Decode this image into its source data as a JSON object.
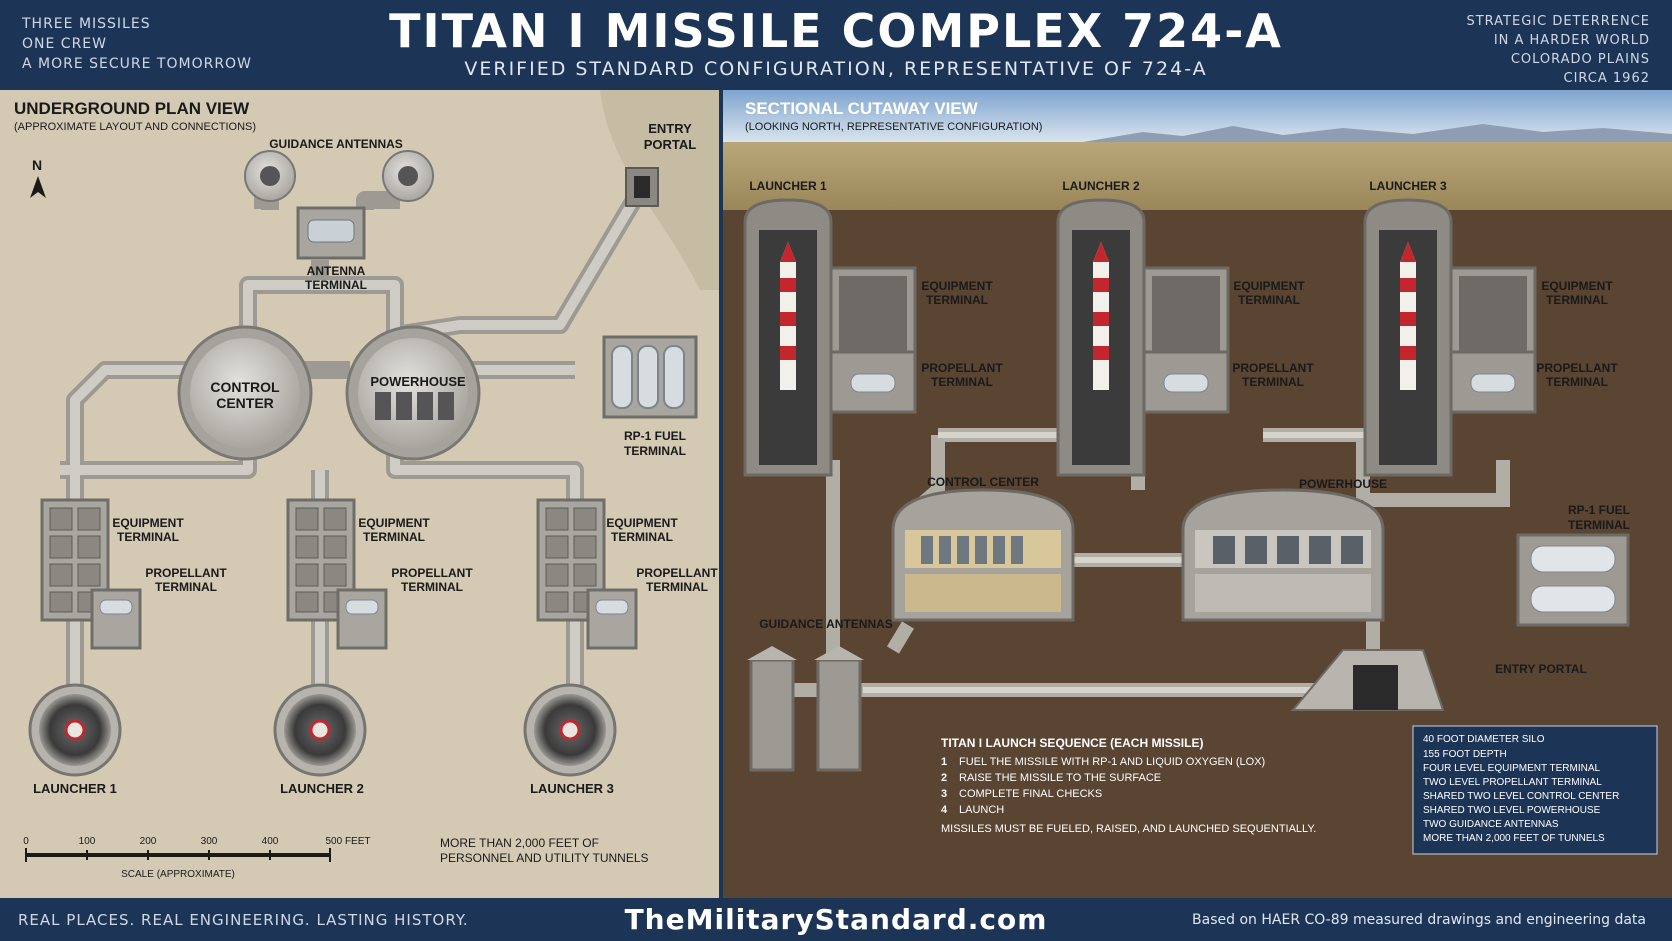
{
  "header": {
    "left_lines": [
      "THREE MISSILES",
      "ONE CREW",
      "A MORE SECURE TOMORROW"
    ],
    "title": "TITAN I MISSILE COMPLEX 724-A",
    "subtitle": "VERIFIED STANDARD CONFIGURATION, REPRESENTATIVE OF 724-A",
    "right_lines": [
      "STRATEGIC DETERRENCE",
      "IN A HARDER WORLD",
      "COLORADO PLAINS",
      "CIRCA 1962"
    ]
  },
  "plan": {
    "heading": "UNDERGROUND PLAN VIEW",
    "subheading": "(APPROXIMATE LAYOUT AND CONNECTIONS)",
    "north": "N",
    "labels": {
      "guidance_antennas": "GUIDANCE ANTENNAS",
      "antenna_terminal_1": "ANTENNA",
      "antenna_terminal_2": "TERMINAL",
      "entry_portal_1": "ENTRY",
      "entry_portal_2": "PORTAL",
      "control_center_1": "CONTROL",
      "control_center_2": "CENTER",
      "powerhouse": "POWERHOUSE",
      "rp1_1": "RP-1 FUEL",
      "rp1_2": "TERMINAL",
      "equipment_1": "EQUIPMENT",
      "equipment_2": "TERMINAL",
      "propellant_1": "PROPELLANT",
      "propellant_2": "TERMINAL",
      "launcher_1": "LAUNCHER 1",
      "launcher_2": "LAUNCHER 2",
      "launcher_3": "LAUNCHER 3"
    },
    "scale": {
      "ticks": [
        "0",
        "100",
        "200",
        "300",
        "400",
        "500 FEET"
      ],
      "caption": "SCALE (APPROXIMATE)"
    },
    "tunnels_note": [
      "MORE THAN 2,000 FEET OF",
      "PERSONNEL AND UTILITY TUNNELS"
    ]
  },
  "cutaway": {
    "heading": "SECTIONAL CUTAWAY VIEW",
    "subheading": "(LOOKING NORTH, REPRESENTATIVE CONFIGURATION)",
    "labels": {
      "launcher_1": "LAUNCHER 1",
      "launcher_2": "LAUNCHER 2",
      "launcher_3": "LAUNCHER 3",
      "equipment_1": "EQUIPMENT",
      "equipment_2": "TERMINAL",
      "propellant_1": "PROPELLANT",
      "propellant_2": "TERMINAL",
      "control_center": "CONTROL CENTER",
      "powerhouse": "POWERHOUSE",
      "rp1_1": "RP-1 FUEL",
      "rp1_2": "TERMINAL",
      "guidance_antennas": "GUIDANCE ANTENNAS",
      "entry_portal": "ENTRY PORTAL"
    },
    "sequence": {
      "title": "TITAN I LAUNCH SEQUENCE (EACH MISSILE)",
      "steps": [
        {
          "n": "1",
          "text": "FUEL THE MISSILE WITH RP-1 AND LIQUID OXYGEN (LOX)"
        },
        {
          "n": "2",
          "text": "RAISE THE MISSILE TO THE SURFACE"
        },
        {
          "n": "3",
          "text": "COMPLETE FINAL CHECKS"
        },
        {
          "n": "4",
          "text": "LAUNCH"
        }
      ],
      "note": "MISSILES MUST BE FUELED, RAISED, AND LAUNCHED SEQUENTIALLY."
    },
    "facts": [
      "40 FOOT DIAMETER SILO",
      "155 FOOT DEPTH",
      "FOUR LEVEL EQUIPMENT TERMINAL",
      "TWO LEVEL PROPELLANT TERMINAL",
      "SHARED TWO LEVEL CONTROL CENTER",
      "SHARED TWO LEVEL POWERHOUSE",
      "TWO GUIDANCE ANTENNAS",
      "MORE THAN 2,000 FEET OF TUNNELS"
    ]
  },
  "footer": {
    "left": "REAL PLACES. REAL ENGINEERING. LASTING HISTORY.",
    "center": "TheMilitaryStandard.com",
    "right": "Based on HAER CO-89 measured drawings and engineering data"
  },
  "colors": {
    "navy": "#1c3557",
    "concrete": "#c9c6bf",
    "soil": "#5a4432",
    "missile_red": "#c4262e"
  }
}
